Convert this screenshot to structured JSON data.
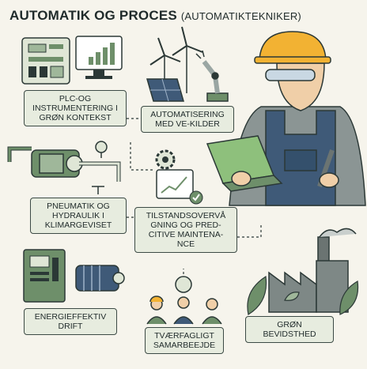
{
  "header": {
    "title": "AUTOMATIK OG PROCES",
    "subtitle": "(AUTOMATIKTEKNIKER)"
  },
  "labels": {
    "plc": "PLC-OG INSTRUMENTERING I GRØN KONTEKST",
    "automation": "AUTOMATISERING MED VE-KILDER",
    "pneumatics": "PNEUMATIK OG HYDRAULIK I KLIMARGEVISET",
    "condition": "TILSTANDSOVERVÅ GNING OG PRED- CITIVE MAINTENA- NCE",
    "energy": "ENERGIEFFEKTIV DRIFT",
    "collaboration": "TVÆRFAGLIGT SAMARBEEJDE",
    "green": "GRØN BEVIDSTHED"
  },
  "icons": [
    "plc-panel-icon",
    "monitor-chart-icon",
    "wind-turbine-icon",
    "solar-panel-icon",
    "robot-arm-icon",
    "pump-icon",
    "valve-icon",
    "gear-icon",
    "tablet-chart-icon",
    "checkmark-icon",
    "control-cabinet-icon",
    "motor-icon",
    "team-icon",
    "factory-icon",
    "leaf-icon",
    "engineer-illustration"
  ],
  "colors": {
    "accent": "#6e8f6a",
    "dark": "#2b3836",
    "panel": "#e7ecdf",
    "blue": "#3f5a78",
    "helmet": "#f2b233",
    "laptop": "#8ec07c"
  }
}
